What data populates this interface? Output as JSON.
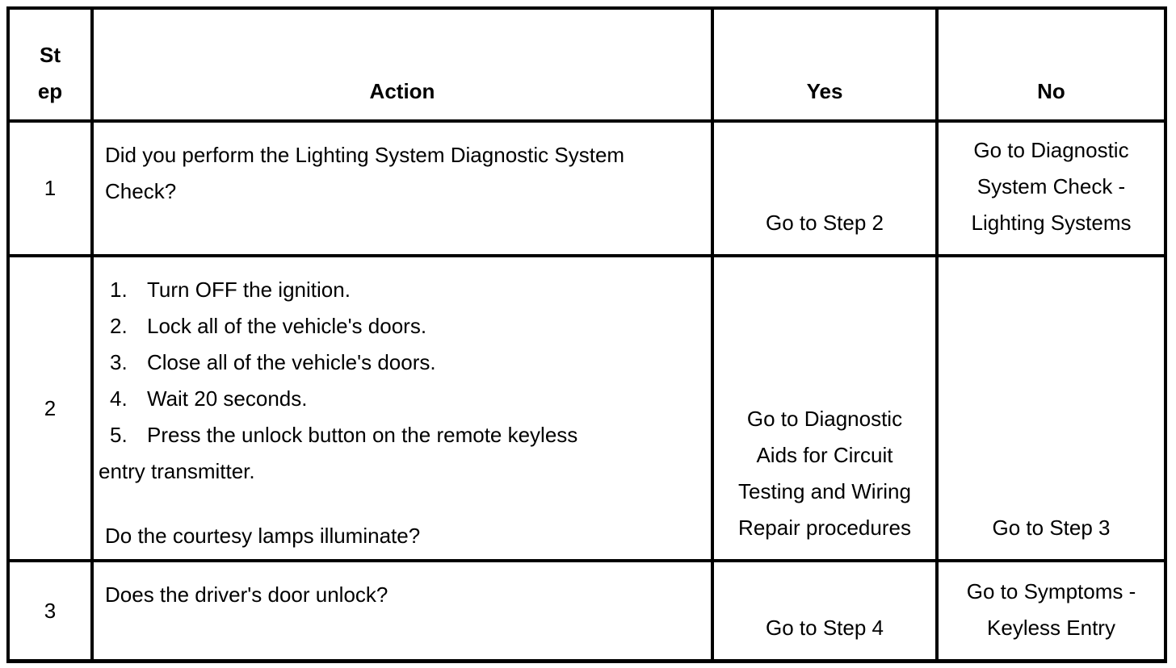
{
  "table": {
    "headers": {
      "step": "St\nep",
      "action": "Action",
      "yes": "Yes",
      "no": "No"
    },
    "rows": [
      {
        "step": "1",
        "action": "Did you perform the Lighting System Diagnostic System\nCheck?",
        "yes": "Go to Step 2",
        "no": "Go to Diagnostic\nSystem Check -\nLighting Systems"
      },
      {
        "step": "2",
        "action_list": [
          {
            "num": "1.",
            "text": "Turn OFF the ignition."
          },
          {
            "num": "2.",
            "text": "Lock all of the vehicle's doors."
          },
          {
            "num": "3.",
            "text": "Close all of the vehicle's doors."
          },
          {
            "num": "4.",
            "text": "Wait 20 seconds."
          },
          {
            "num": "5.",
            "text": "Press the unlock button on the remote keyless"
          }
        ],
        "action_continuation": "entry transmitter.",
        "action_question": "Do the courtesy lamps illuminate?",
        "yes": "Go to Diagnostic\nAids for Circuit\nTesting and Wiring\nRepair procedures",
        "no": "Go to Step 3"
      },
      {
        "step": "3",
        "action": "Does the driver's door unlock?",
        "yes": "Go to Step 4",
        "no": "Go to Symptoms -\nKeyless Entry"
      }
    ],
    "colors": {
      "border": "#000000",
      "background": "#ffffff",
      "text": "#000000"
    }
  }
}
